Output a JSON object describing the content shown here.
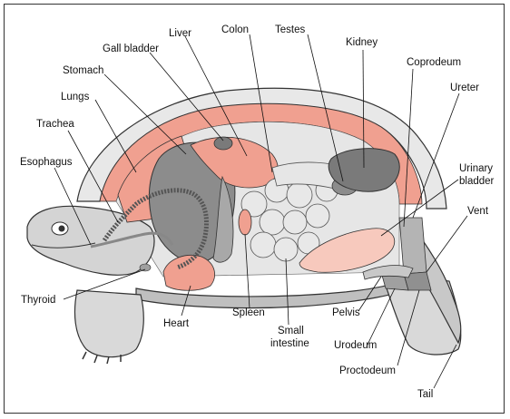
{
  "labels": {
    "liver": "Liver",
    "colon": "Colon",
    "testes": "Testes",
    "gall_bladder": "Gall bladder",
    "kidney": "Kidney",
    "coprodeum": "Coprodeum",
    "stomach": "Stomach",
    "ureter": "Ureter",
    "lungs": "Lungs",
    "trachea": "Trachea",
    "esophagus": "Esophagus",
    "urinary_bladder_line1": "Urinary",
    "urinary_bladder_line2": "bladder",
    "vent": "Vent",
    "thyroid": "Thyroid",
    "pelvis": "Pelvis",
    "heart": "Heart",
    "spleen": "Spleen",
    "small_intestine_line1": "Small",
    "small_intestine_line2": "intestine",
    "urodeum": "Urodeum",
    "proctodeum": "Proctodeum",
    "tail": "Tail"
  },
  "colors": {
    "flesh_pink": "#f0a090",
    "light_pink": "#f7c9bd",
    "organ_gray": "#8c8c8c",
    "light_gray": "#d9d9d9",
    "mid_gray": "#b4b4b4",
    "dark_gray": "#6e6e6e",
    "outline": "#333333"
  }
}
